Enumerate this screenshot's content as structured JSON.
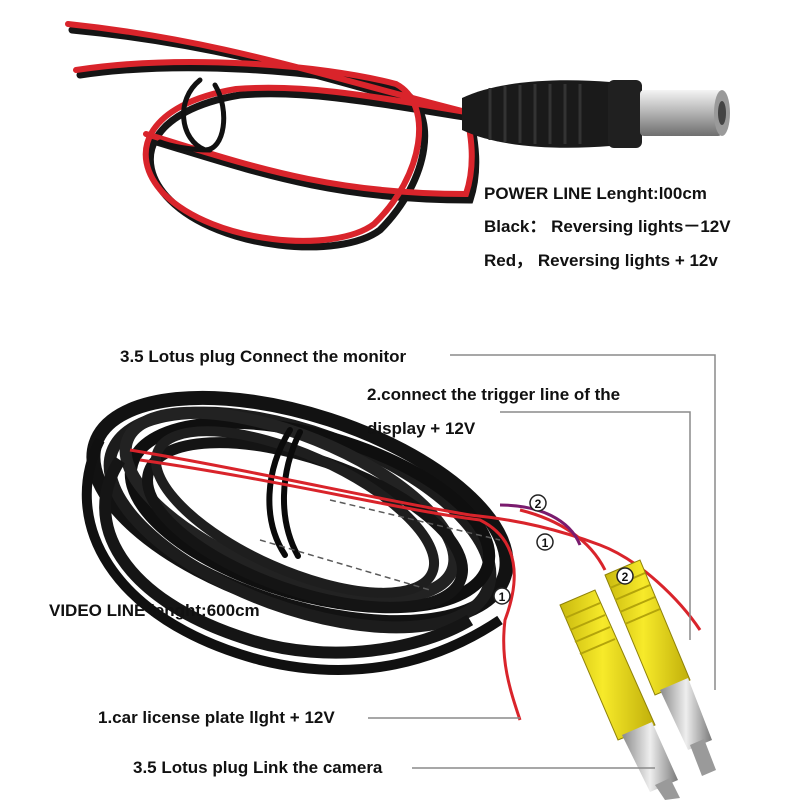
{
  "power_line": {
    "title": "POWER LINE Lenght:l00cm",
    "black_label": "Black： Reversing lights－12V",
    "red_label": "Red， Reversing lights + 12v"
  },
  "video_line": {
    "monitor_plug": "3.5 Lotus plug Connect the monitor",
    "trigger_line_1": "2.connect the trigger line of the",
    "trigger_line_2": "display + 12V",
    "length": "VIDEO LINE lenght:600cm",
    "plate_light": "1.car license plate llght + 12V",
    "camera_plug": "3.5 Lotus plug Link the camera"
  },
  "badges": {
    "one": "1",
    "two": "2"
  },
  "colors": {
    "wire_red": "#d9242b",
    "wire_black": "#151515",
    "plug_yellow": "#f2e21a",
    "leader_line": "#8a8a8a"
  }
}
